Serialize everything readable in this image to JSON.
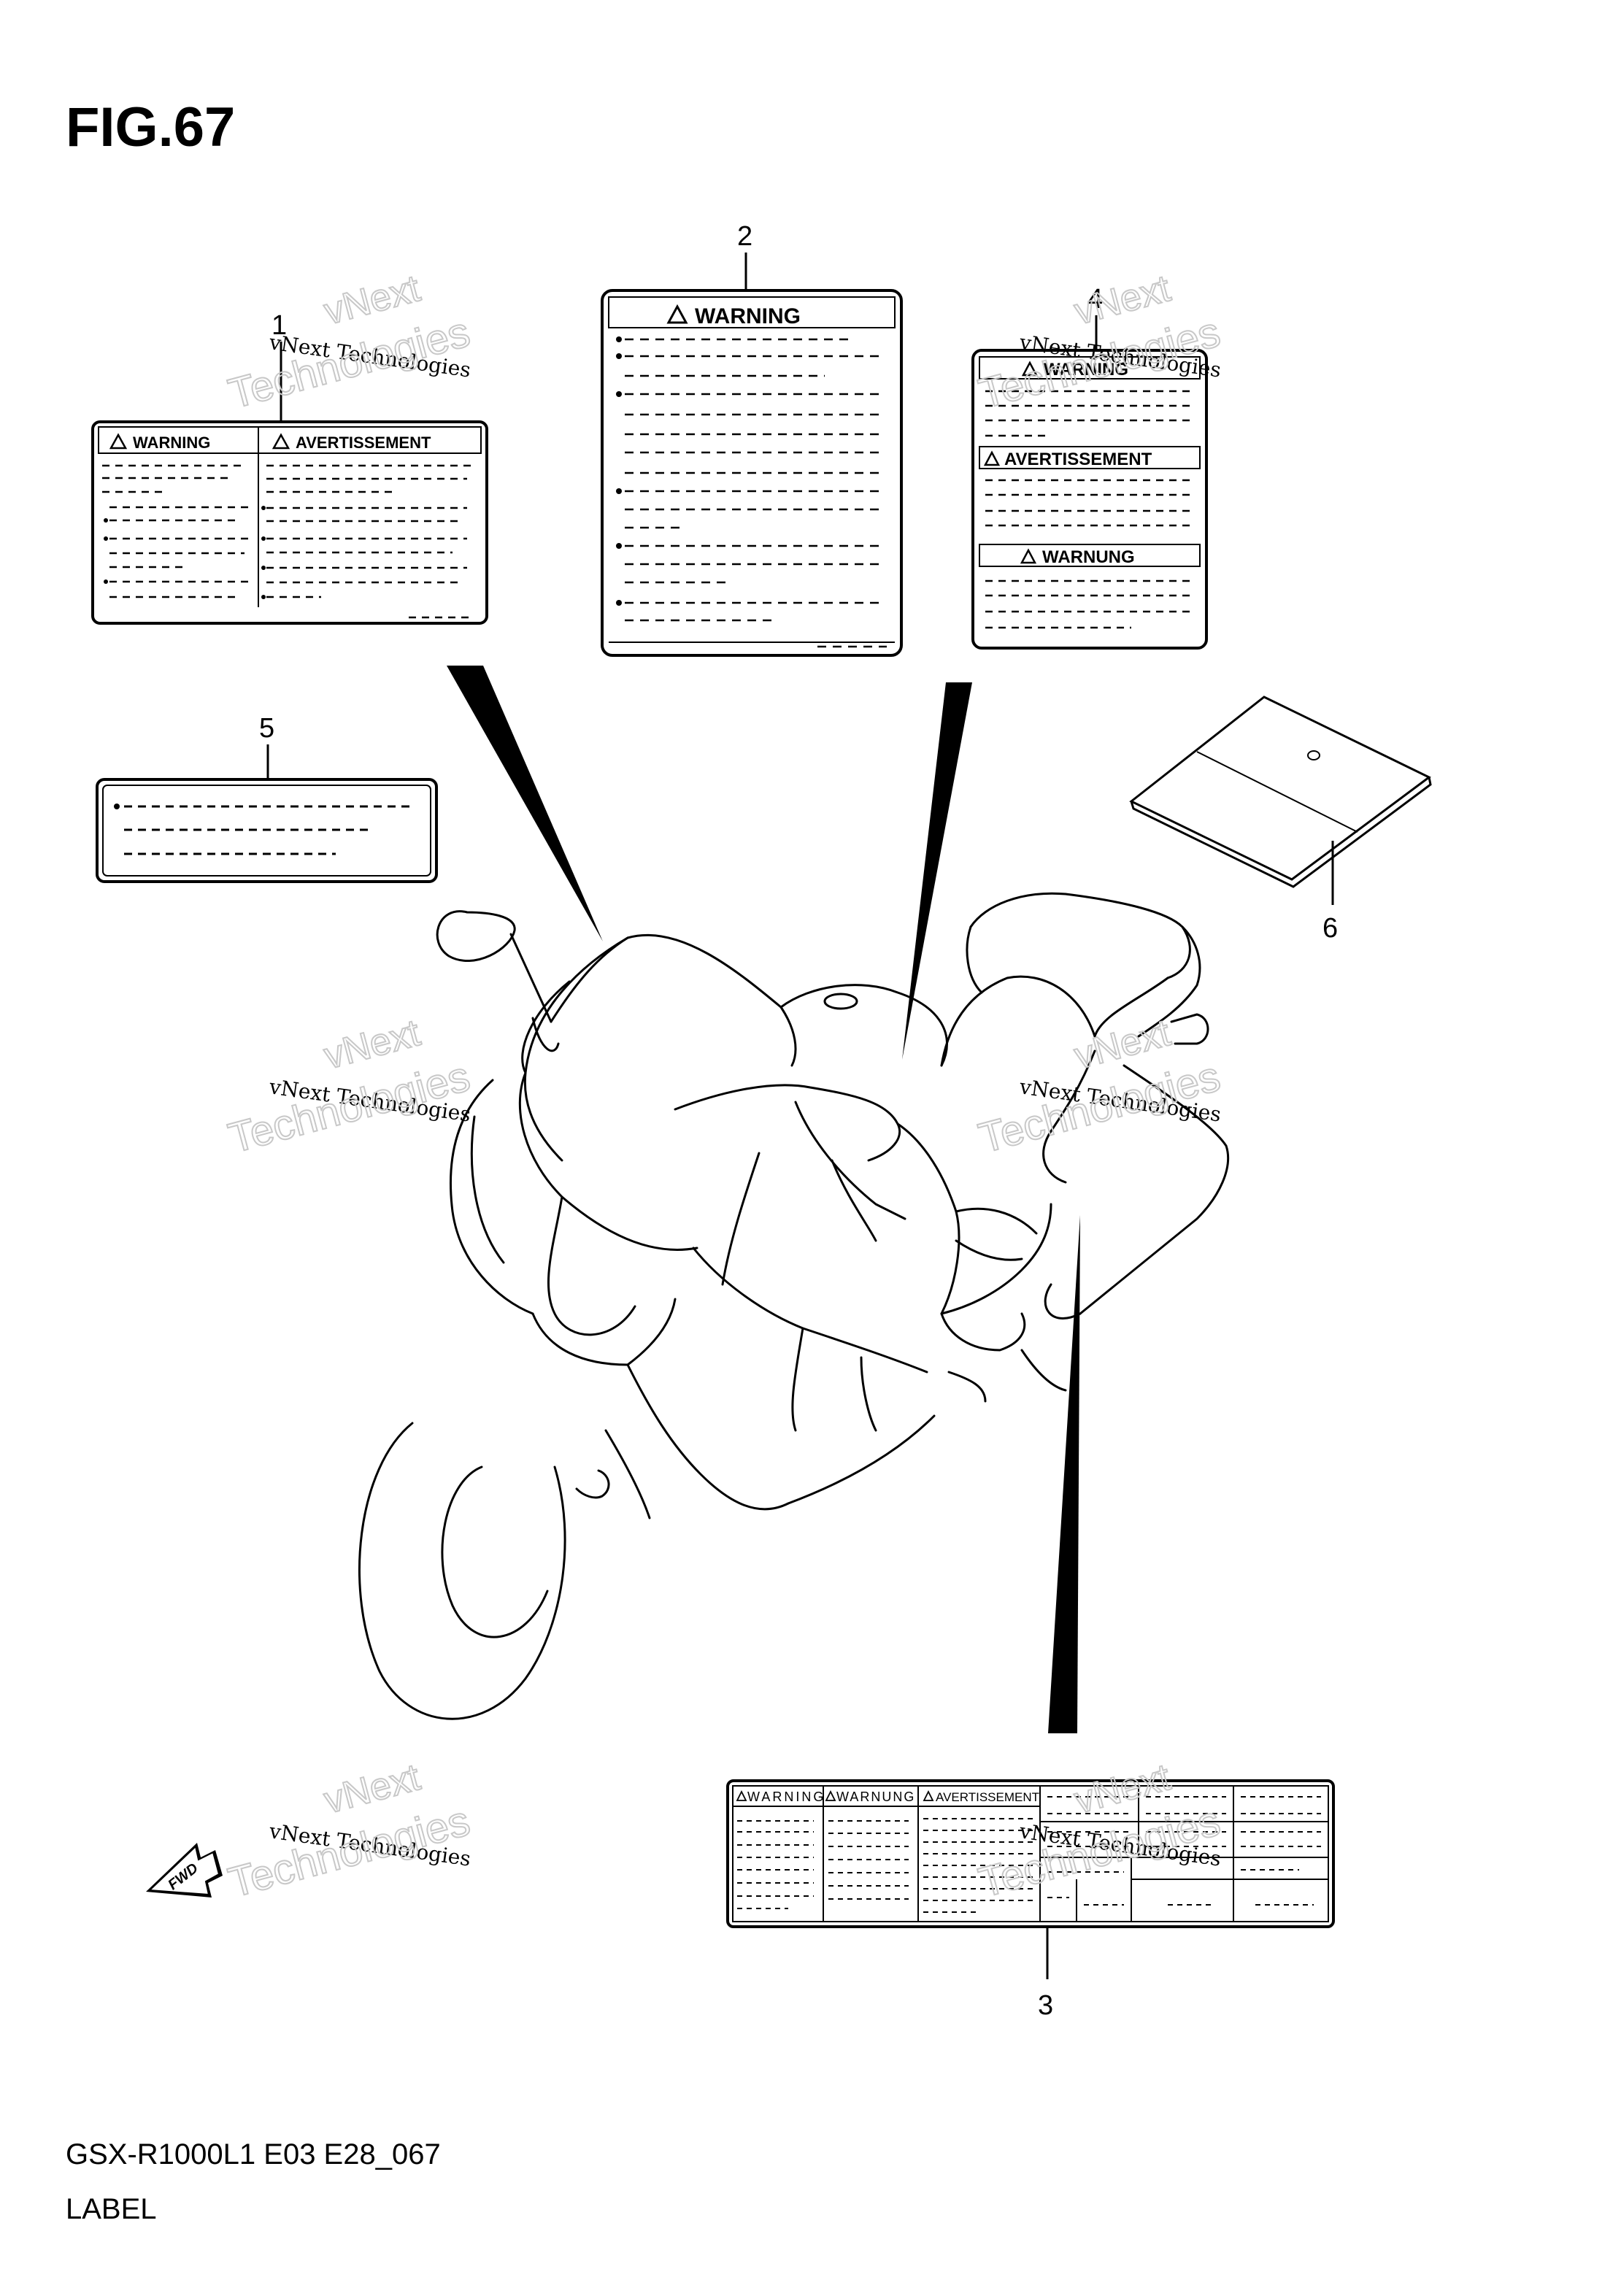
{
  "figure": {
    "title": "FIG.67"
  },
  "footer": {
    "model_code": "GSX-R1000L1 E03 E28_067",
    "caption": "LABEL"
  },
  "callouts": [
    "1",
    "2",
    "3",
    "4",
    "5",
    "6"
  ],
  "labels": {
    "warning": "WARNING",
    "avertissement": "AVERTISSEMENT",
    "warnung": "WARNUNG",
    "warning_spaced": "WARNING",
    "warnung_spaced": "WARNUNG"
  },
  "fwd": "FWD",
  "watermark": {
    "line1": "vNext Technologies",
    "big_top": "vNext",
    "big_bottom": "Technologies"
  },
  "colors": {
    "ink": "#000000",
    "paper": "#ffffff",
    "watermark": "#c8c8c8"
  }
}
